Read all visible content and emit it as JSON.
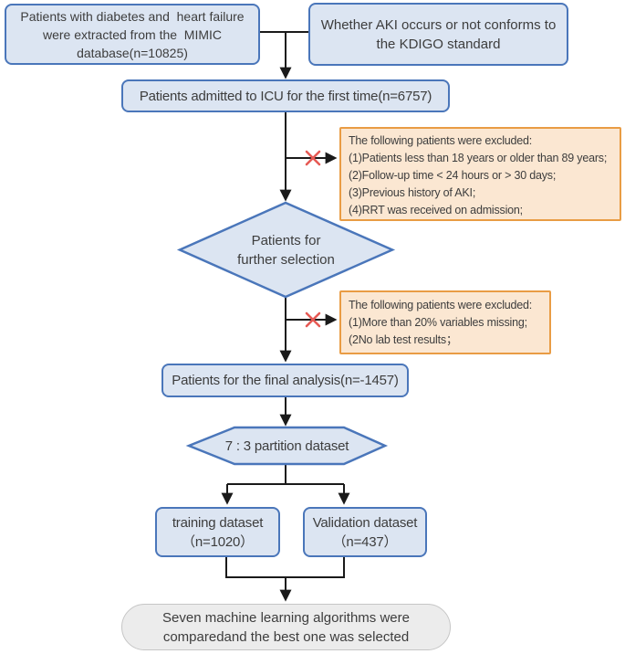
{
  "colors": {
    "line": "#1a1a1a",
    "blue_fill": "#dce5f2",
    "blue_border": "#4a76ba",
    "orange_fill": "#fbe7d2",
    "orange_border": "#e99c44",
    "gray_fill": "#ececec",
    "gray_border": "#c6c6c6",
    "red_x": "#e65a54",
    "text": "#3d3d3d"
  },
  "icons": {
    "exclusion_mark": "red-x-cross"
  },
  "nodes": {
    "source": {
      "text": "Patients with diabetes and  heart failure were extracted from the  MIMIC database(n=10825)"
    },
    "kdigo": {
      "text": "Whether AKI occurs or not conforms to the KDIGO standard"
    },
    "icu": {
      "text": "Patients admitted to ICU for the first time(n=6757)"
    },
    "exclusion1": {
      "lines": [
        "The following patients were excluded:",
        "(1)Patients less than 18 years or older than 89 years;",
        "(2)Follow-up time < 24 hours or > 30 days;",
        "(3)Previous history of AKI;",
        "(4)RRT was received on admission;"
      ]
    },
    "decision": {
      "lines": [
        "Patients for",
        "further selection"
      ]
    },
    "exclusion2": {
      "lines": [
        "The following patients were excluded:",
        "(1)More than 20% variables missing;",
        "(2No lab test results；"
      ]
    },
    "final_analysis": {
      "text": "Patients for the final analysis(n=-1457)"
    },
    "partition": {
      "text": "7 : 3 partition dataset"
    },
    "training": {
      "lines": [
        "training dataset",
        "（n=1020）"
      ]
    },
    "validation": {
      "lines": [
        "Validation dataset",
        "（n=437）"
      ]
    },
    "result": {
      "text": "Seven machine learning algorithms were comparedand the best one was selected"
    }
  }
}
